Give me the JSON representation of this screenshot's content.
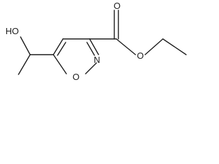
{
  "molecule": {
    "atoms": {
      "hydroxyl": "HO",
      "ring_oxygen": "O",
      "ring_nitrogen": "N",
      "carbonyl_oxygen": "O",
      "ester_oxygen": "O"
    }
  }
}
